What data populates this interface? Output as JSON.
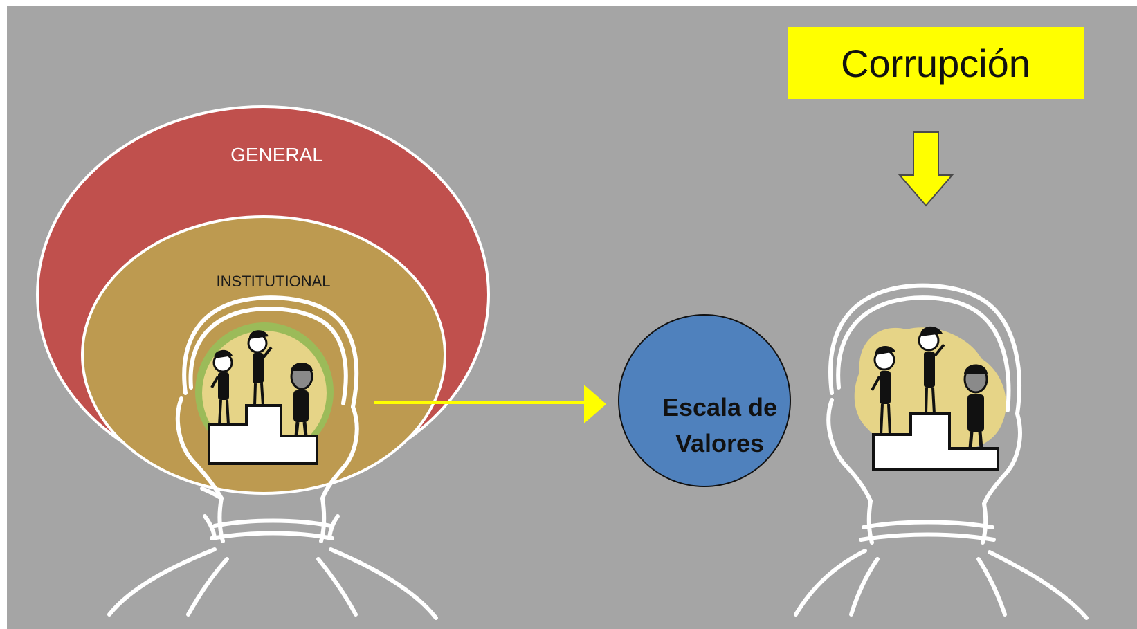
{
  "labels": {
    "outer_circle": "GENERAL",
    "inner_circle": "INSTITUTIONAL",
    "value_scale_line1": "Escala de",
    "value_scale_line2": "Valores",
    "corruption": "Corrupción"
  },
  "colors": {
    "background": "#a5a5a5",
    "outer_circle": "#c0504d",
    "inner_circle": "#bd9a50",
    "value_circle": "#4f81bd",
    "corruption_box": "#ffff00",
    "arrow": "#ffff00",
    "head_outline": "#ffffff",
    "mind_green": "#9bbb59",
    "mind_yellow": "#e6d487"
  },
  "icons": [
    "head-outline-icon",
    "people-on-podium-icon",
    "arrow-right-icon",
    "arrow-down-icon"
  ]
}
